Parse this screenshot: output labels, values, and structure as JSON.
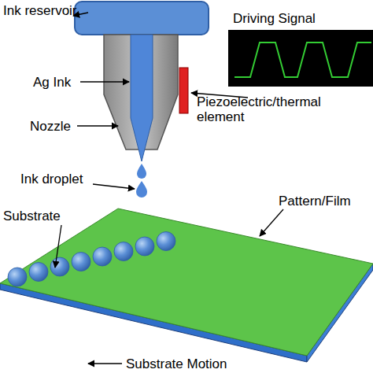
{
  "diagram": {
    "labels": [
      "Ink reservoir",
      "Driving Signal",
      "Ag Ink",
      "Piezoelectric/thermal element",
      "Nozzle",
      "Ink droplet",
      "Substrate",
      "Pattern/Film",
      "Substrate Motion"
    ]
  }
}
